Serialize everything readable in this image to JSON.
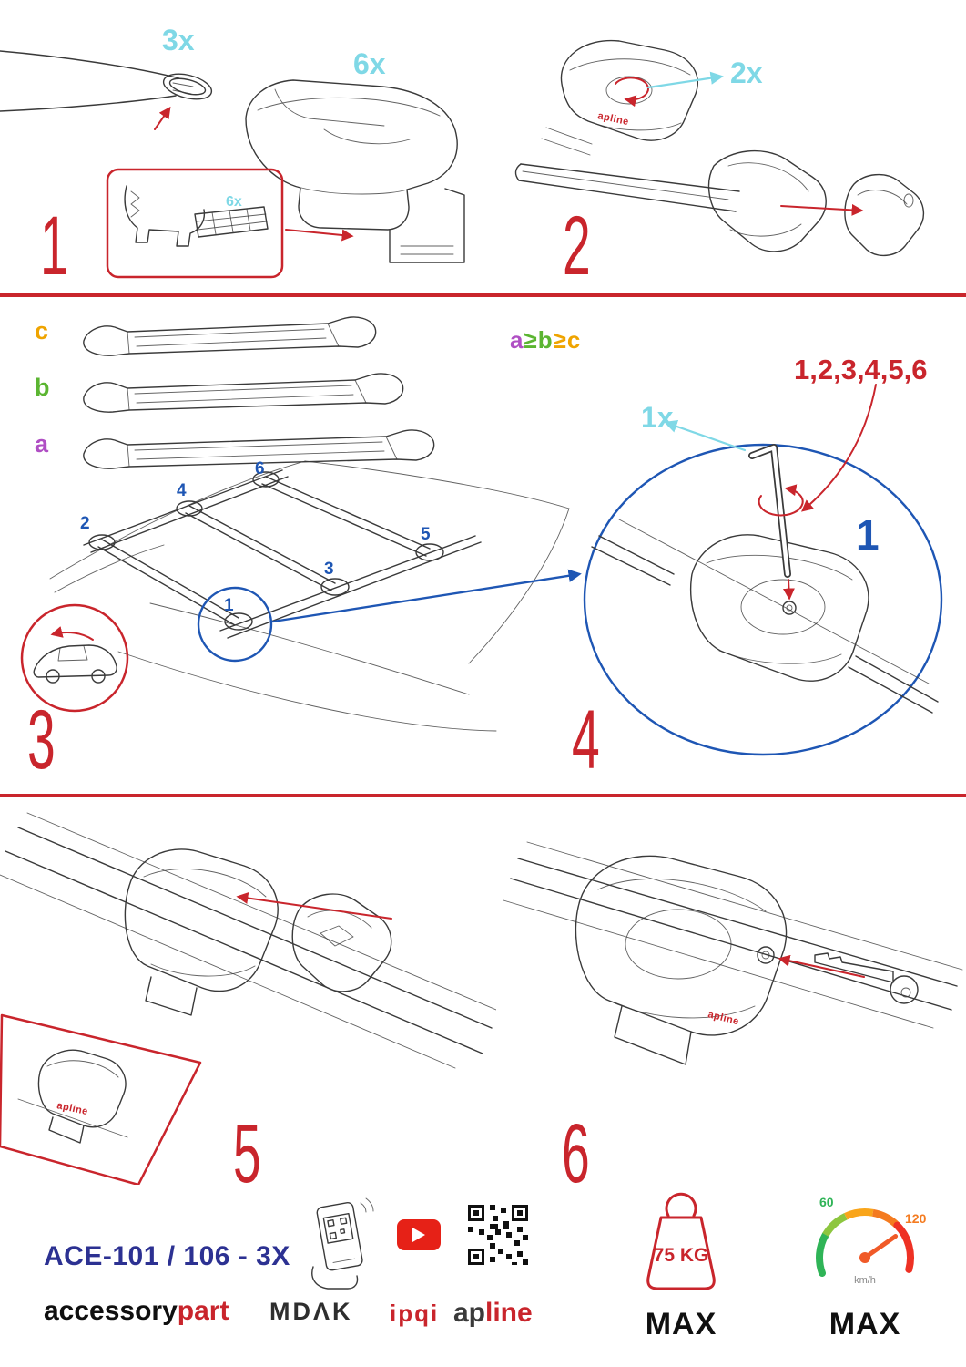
{
  "colors": {
    "accent_red": "#C9252C",
    "quantity_cyan": "#7FD8E6",
    "highlight_blue": "#1E56B4",
    "model_navy": "#2C3192",
    "label_a_purple": "#B04FC4",
    "label_b_green": "#5BB531",
    "label_c_orange": "#EFA400",
    "youtube_red": "#E62117",
    "line_art_ink": "#3A3A3A"
  },
  "brand_small": "apline",
  "step1": {
    "number": "1",
    "bar_qty": "3x",
    "foot_qty": "6x",
    "inset_qty": "6x"
  },
  "step2": {
    "number": "2",
    "foot_qty": "2x"
  },
  "step3": {
    "number": "3",
    "bar_label_a": "a",
    "bar_label_b": "b",
    "bar_label_c": "c",
    "rule": {
      "a": "a",
      "ge1": "≥",
      "b": "b",
      "ge2": "≥",
      "c": "c"
    },
    "positions": [
      "1",
      "2",
      "3",
      "4",
      "5",
      "6"
    ]
  },
  "step4": {
    "number": "4",
    "tool_qty": "1x",
    "sequence": "1,2,3,4,5,6",
    "first_position": "1"
  },
  "step5": {
    "number": "5"
  },
  "step6": {
    "number": "6"
  },
  "footer": {
    "model": "ACE-101 / 106 - 3X",
    "brand_accessory": "accessory",
    "brand_part": "part",
    "mdak": "MDΛK",
    "ipqi": "ipqi",
    "apline_prefix": "ap",
    "apline_suffix": "line",
    "weight_limit": "75 KG",
    "weight_max": "MAX",
    "speed_low": "60",
    "speed_high": "120",
    "speed_unit": "km/h",
    "speed_max": "MAX"
  },
  "icons": {
    "youtube": "play-button",
    "qr": "qr-code",
    "scan_phone": "phone-qr-scan",
    "weight": "max-load-weight",
    "speedometer": "max-speed-gauge"
  }
}
